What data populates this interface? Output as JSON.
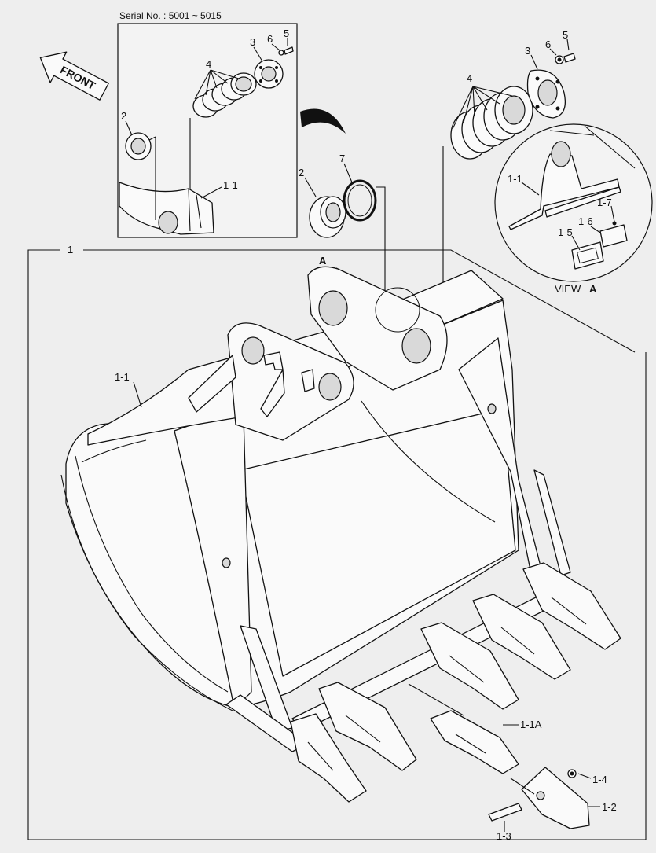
{
  "serial_note": "Serial No. : 5001 ~ 5015",
  "front_label": "FRONT",
  "view_label": "VIEW",
  "view_letter": "A",
  "arrow_letter": "A",
  "callouts": {
    "inset_5": "5",
    "inset_6": "6",
    "inset_3": "3",
    "inset_4": "4",
    "inset_2": "2",
    "inset_1_1": "1-1",
    "main_5": "5",
    "main_6": "6",
    "main_3": "3",
    "main_4": "4",
    "main_7": "7",
    "main_2": "2",
    "main_1": "1",
    "main_1_1": "1-1",
    "view_1_1": "1-1",
    "view_1_7": "1-7",
    "view_1_6": "1-6",
    "view_1_5": "1-5",
    "tooth_1_1A": "1-1A",
    "tooth_1_4": "1-4",
    "tooth_1_2": "1-2",
    "tooth_1_3": "1-3"
  }
}
